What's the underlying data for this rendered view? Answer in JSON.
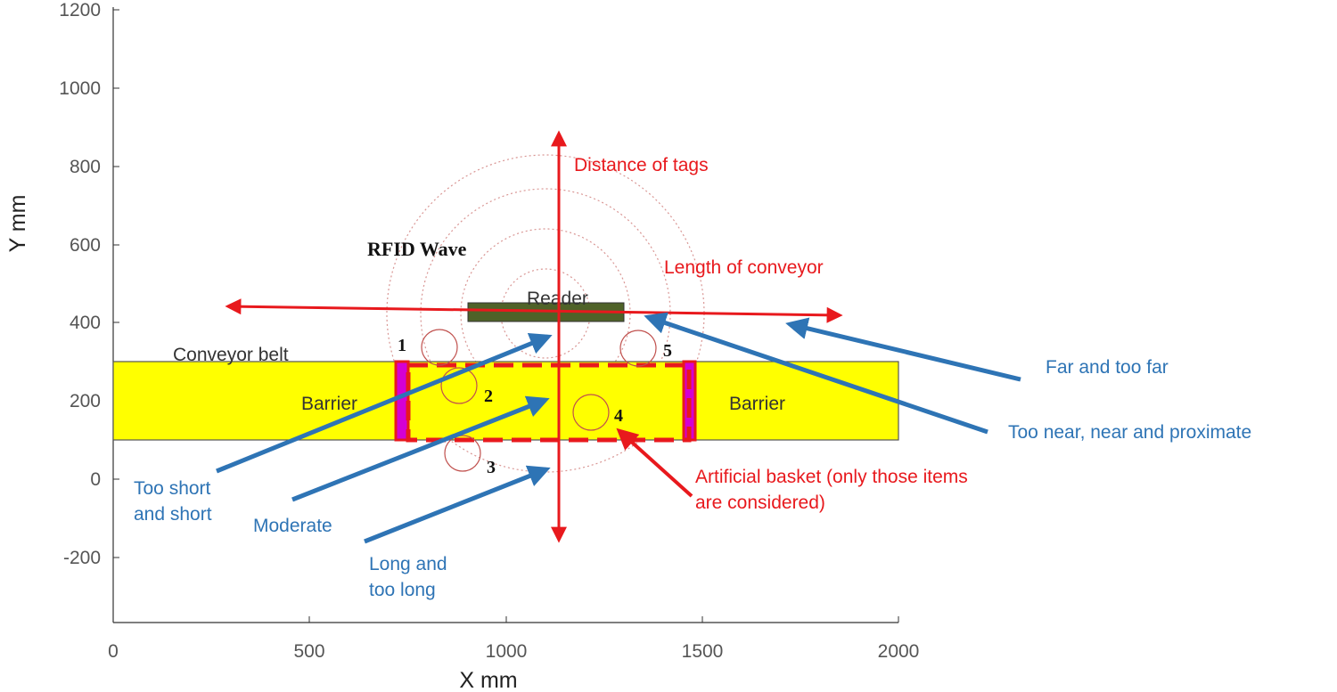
{
  "axes": {
    "x_label": "X mm",
    "y_label": "Y mm",
    "x_ticks": [
      "0",
      "500",
      "1000",
      "1500",
      "2000"
    ],
    "y_ticks": [
      "1200",
      "1000",
      "800",
      "600",
      "400",
      "200",
      "0",
      "-200"
    ],
    "x_range": [
      0,
      2000
    ],
    "y_range": [
      -370,
      1200
    ]
  },
  "colors": {
    "red": "#e8191d",
    "blue": "#2e74b5",
    "belt_yellow": "#ffff00",
    "reader_green": "#4f6228",
    "circle": "#c0504d",
    "ring": "#d99694",
    "magenta": "#d400d4"
  },
  "labels": {
    "rfid_wave": "RFID Wave",
    "reader": "Reader",
    "conveyor_belt": "Conveyor belt",
    "barrier_left": "Barrier",
    "barrier_right": "Barrier",
    "distance_of_tags": "Distance of tags",
    "length_of_conveyor": "Length of conveyor",
    "far_and_too_far": "Far and too far",
    "too_near": "Too near, near and proximate",
    "too_short_line1": "Too short",
    "too_short_line2": "and short",
    "moderate": "Moderate",
    "long_line1": "Long and",
    "long_line2": "too long",
    "basket_line1": "Artificial basket (only those items",
    "basket_line2": "are considered)"
  },
  "tags": [
    "1",
    "2",
    "3",
    "4",
    "5"
  ]
}
